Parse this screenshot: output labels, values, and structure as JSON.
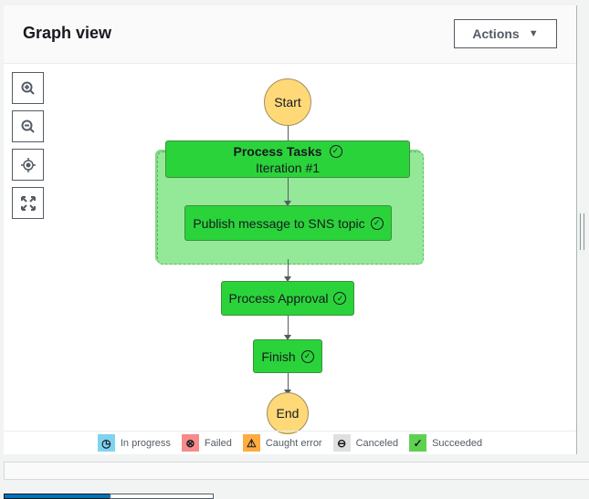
{
  "header": {
    "title": "Graph view",
    "actions_label": "Actions"
  },
  "toolbar": [
    {
      "icon": "zoom-in-icon"
    },
    {
      "icon": "zoom-out-icon"
    },
    {
      "icon": "center-icon"
    },
    {
      "icon": "fit-screen-icon"
    }
  ],
  "graph": {
    "start": "Start",
    "end": "End",
    "map_state": {
      "label": "Process Tasks",
      "iteration": "Iteration #1",
      "status": "succeeded"
    },
    "inner_state": {
      "label": "Publish message to SNS topic",
      "status": "succeeded"
    },
    "states": [
      {
        "label": "Process Approval",
        "status": "succeeded"
      },
      {
        "label": "Finish",
        "status": "succeeded"
      }
    ]
  },
  "legend": [
    {
      "label": "In progress",
      "color": "#7fd3f1",
      "icon": "clock-icon"
    },
    {
      "label": "Failed",
      "color": "#f78b8b",
      "icon": "x-circle-icon"
    },
    {
      "label": "Caught error",
      "color": "#ffab40",
      "icon": "warning-icon"
    },
    {
      "label": "Canceled",
      "color": "#e0e0e0",
      "icon": "minus-circle-icon"
    },
    {
      "label": "Succeeded",
      "color": "#5ed250",
      "icon": "check-circle-icon"
    }
  ]
}
